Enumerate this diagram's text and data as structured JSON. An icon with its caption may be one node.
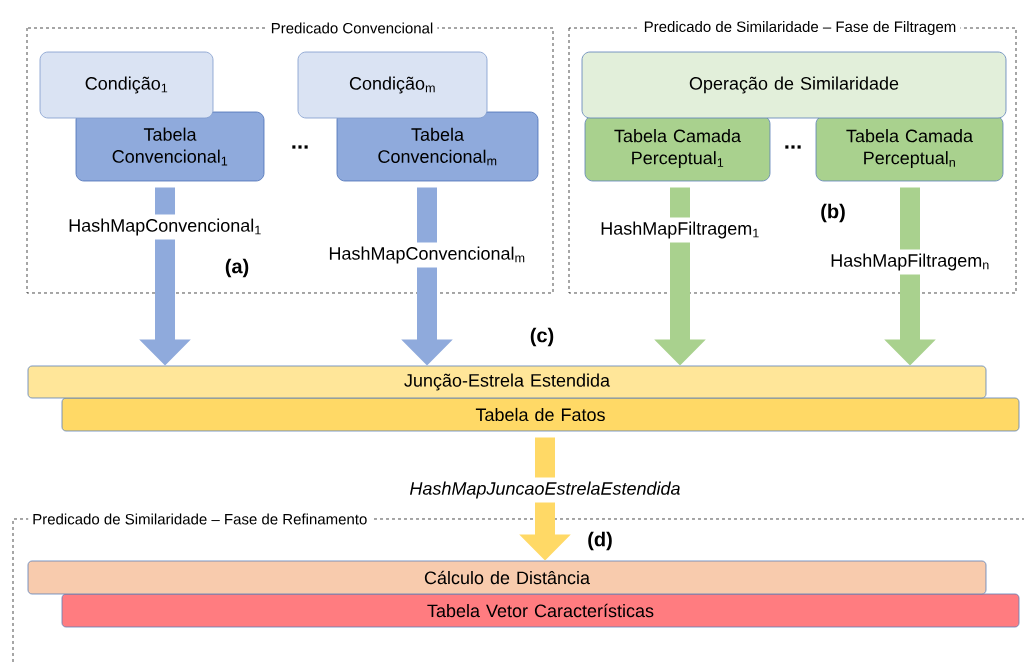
{
  "diagram": {
    "nodes": [
      {
        "text": [
          "Predicado Convencional"
        ]
      },
      {
        "text": [
          "Condição$_{1}$"
        ],
        "in": 0
      },
      {
        "text": [
          "Tabela Convencional$_{1}$"
        ],
        "in": 0
      },
      {
        "text": [
          "Condição$_{m}$"
        ],
        "in": 0
      },
      {
        "text": [
          "Tabela Convencional$_{m}$"
        ],
        "in": 0
      },
      {
        "text": [
          "Predicado de Similaridade – Fase de Filtragem"
        ]
      },
      {
        "text": [
          "Operação de Similaridade"
        ],
        "in": 5
      },
      {
        "text": [
          "Tabela Camada Perceptual$_{1}$"
        ],
        "in": 5
      },
      {
        "text": [
          "Tabela Camada Perceptual$_{n}$"
        ],
        "in": 5
      },
      {
        "text": [
          "Junção-Estrela Estendida"
        ]
      },
      {
        "text": [
          "Tabela de Fatos"
        ]
      },
      {
        "text": [
          "Predicado de Similaridade – Fase de Refinamento"
        ]
      },
      {
        "text": [
          "Cálculo de Distância"
        ],
        "in": 11
      },
      {
        "text": [
          "Tabela Vetor Características"
        ],
        "in": 11
      }
    ],
    "edges": [
      {
        "from": 2,
        "to": 9,
        "arrow": "to",
        "label": "HashMapConvencional$_{1}$",
        "color": "#8faadc"
      },
      {
        "from": 4,
        "to": 9,
        "arrow": "to",
        "label": "HashMapConvencional$_{m}$",
        "color": "#8faadc"
      },
      {
        "from": 7,
        "to": 9,
        "arrow": "to",
        "label": "HashMapFiltragem$_{1}$",
        "color": "#a9d18e"
      },
      {
        "from": 8,
        "to": 9,
        "arrow": "to",
        "label": "HashMapFiltragem$_{n}$",
        "color": "#a9d18e"
      },
      {
        "from": 10,
        "to": 12,
        "arrow": "to",
        "label": "HashMapJuncaoEstrelaEstendida",
        "color": "#ffd966"
      }
    ],
    "labels": [
      "...",
      "...",
      "(a)",
      "(b)",
      "(c)",
      "(d)"
    ]
  }
}
